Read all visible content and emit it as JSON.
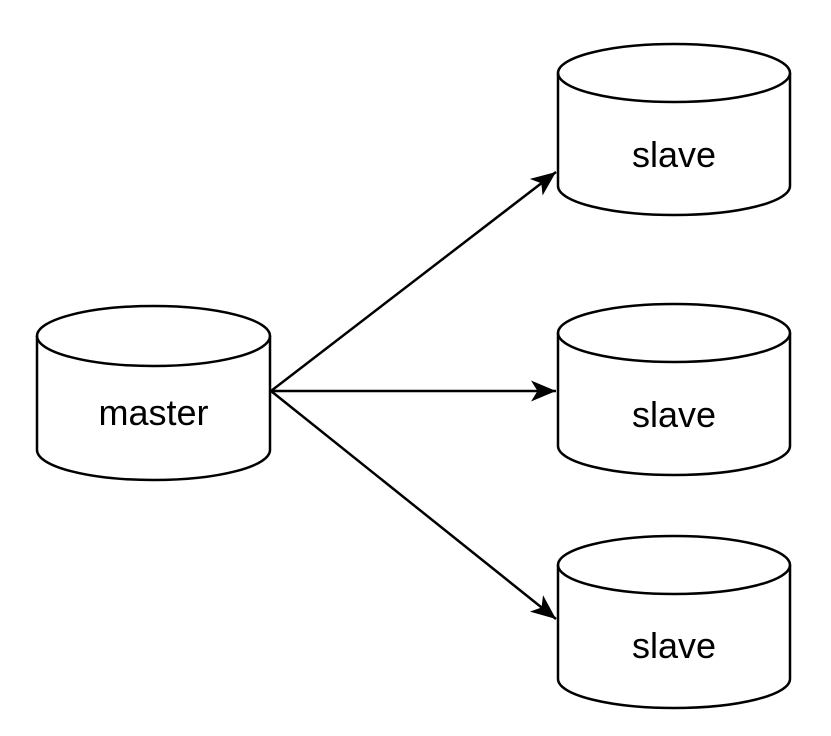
{
  "diagram": {
    "type": "database-replication-topology",
    "background_color": "#ffffff",
    "stroke_color": "#000000",
    "node_fill_color": "#ffffff",
    "text_color": "#000000",
    "nodes": [
      {
        "id": "master",
        "label": "master",
        "shape": "database-cylinder"
      },
      {
        "id": "slave-1",
        "label": "slave",
        "shape": "database-cylinder"
      },
      {
        "id": "slave-2",
        "label": "slave",
        "shape": "database-cylinder"
      },
      {
        "id": "slave-3",
        "label": "slave",
        "shape": "database-cylinder"
      }
    ],
    "edges": [
      {
        "from": "master",
        "to": "slave-1",
        "arrow": "filled-notched"
      },
      {
        "from": "master",
        "to": "slave-2",
        "arrow": "filled-notched"
      },
      {
        "from": "master",
        "to": "slave-3",
        "arrow": "filled-notched"
      }
    ]
  }
}
